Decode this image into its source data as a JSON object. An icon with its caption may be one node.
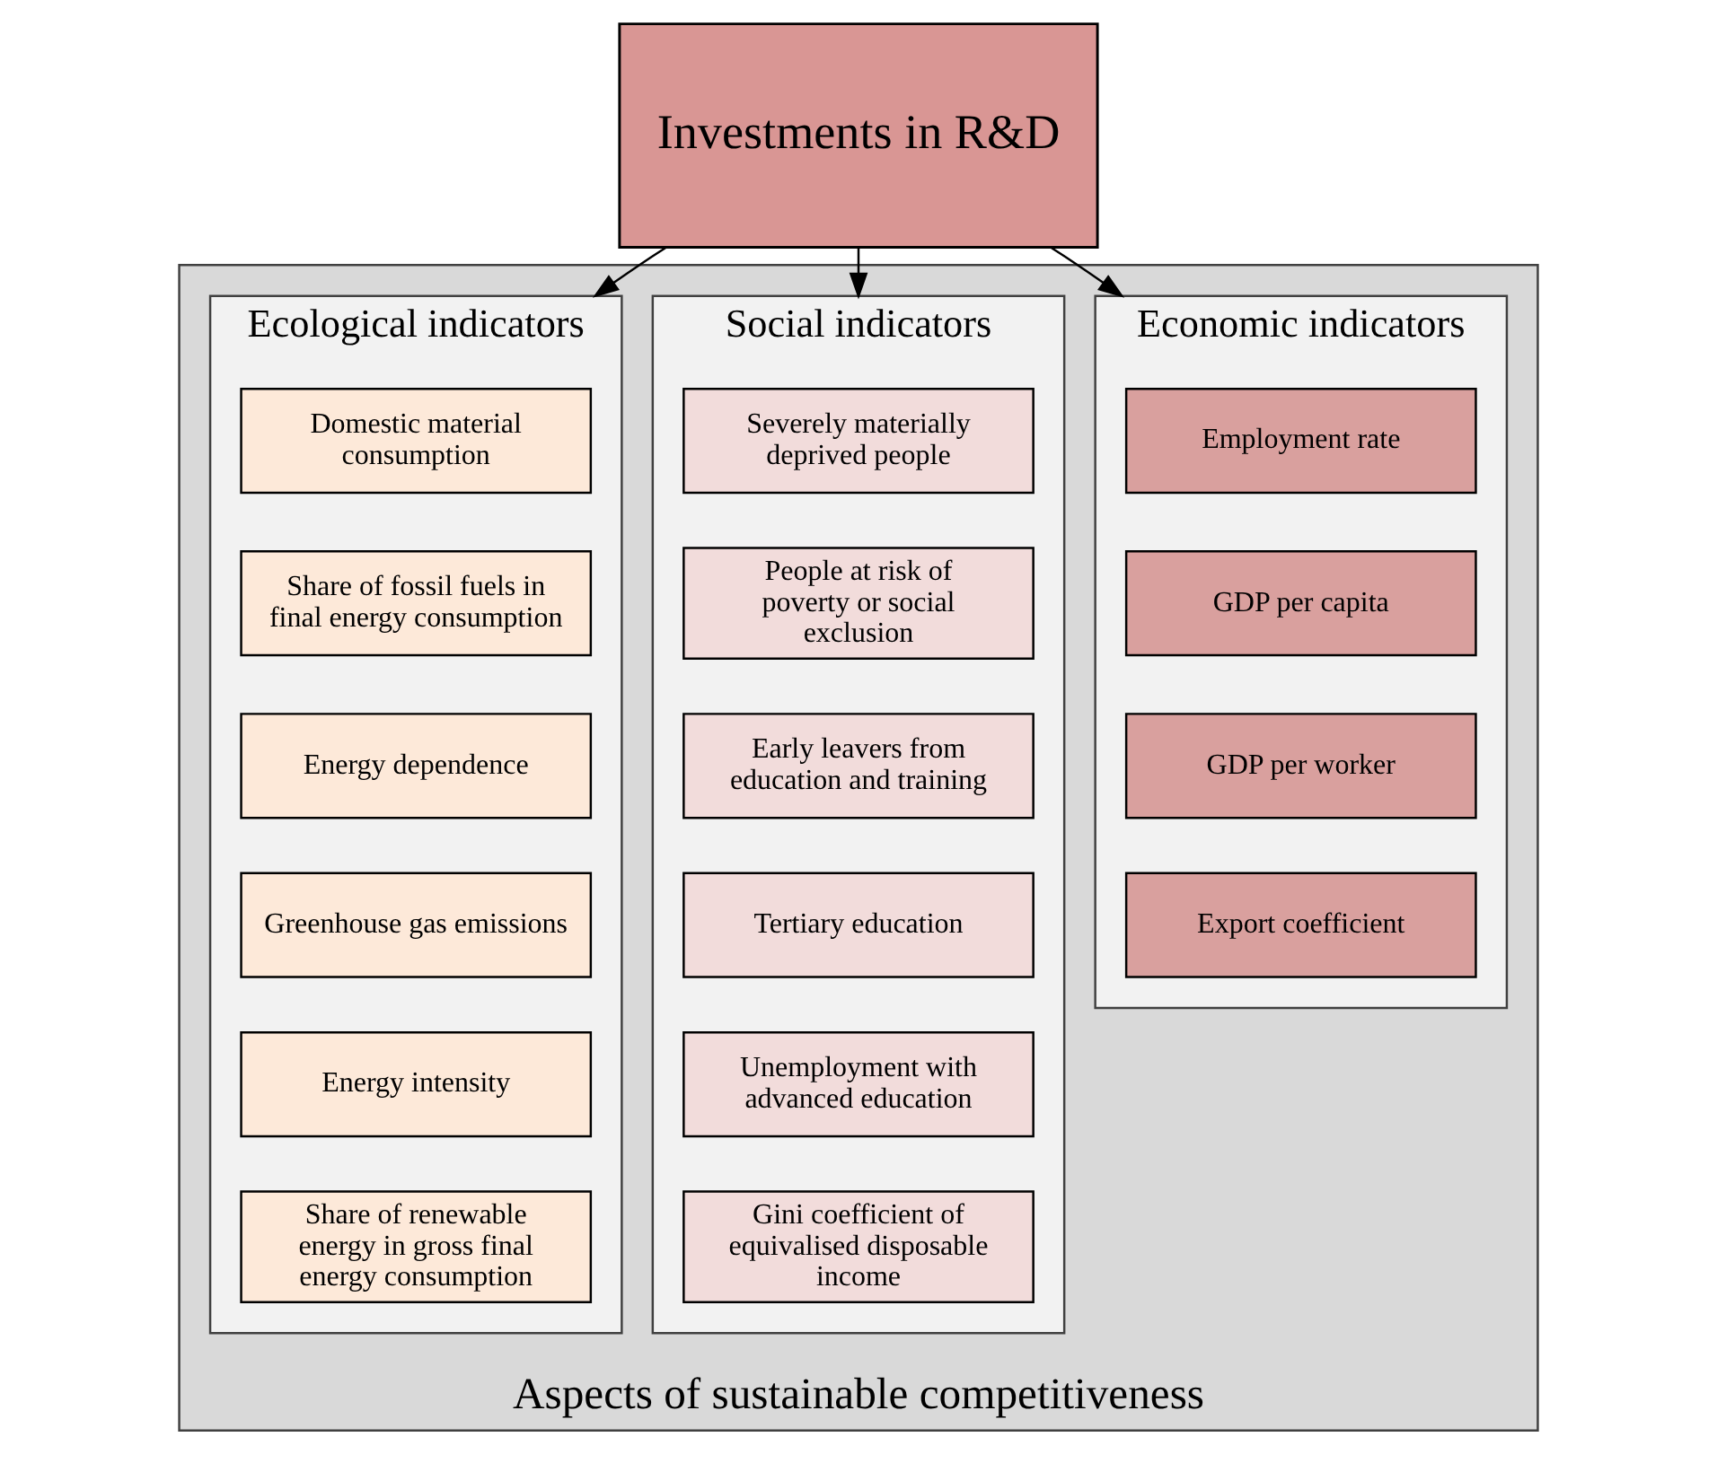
{
  "diagram": {
    "nodes": [
      {
        "text": [
          "Investments in R&D"
        ]
      },
      {
        "text": [
          "Aspects of sustainable competitiveness"
        ]
      },
      {
        "text": [
          "Economic indicators"
        ],
        "in": 1
      },
      {
        "text": [
          "Employment rate"
        ],
        "in": 2
      },
      {
        "text": [
          "GDP per capita"
        ],
        "in": 2
      },
      {
        "text": [
          "GDP per worker"
        ],
        "in": 2
      },
      {
        "text": [
          "Export coefficient"
        ],
        "in": 2
      },
      {
        "text": [
          "Social indicators"
        ],
        "in": 1
      },
      {
        "text": [
          "Severely materially deprived people"
        ],
        "in": 7
      },
      {
        "text": [
          "People at risk of poverty or social exclusion"
        ],
        "in": 7
      },
      {
        "text": [
          "Early leavers from education and training"
        ],
        "in": 7
      },
      {
        "text": [
          "Tertiary education"
        ],
        "in": 7
      },
      {
        "text": [
          "Unemployment with advanced education"
        ],
        "in": 7
      },
      {
        "text": [
          "Gini coefficient of equivalised disposable income"
        ],
        "in": 7
      },
      {
        "text": [
          "Ecological indicators"
        ],
        "in": 1
      },
      {
        "text": [
          "Domestic material consumption"
        ],
        "in": 14
      },
      {
        "text": [
          "Share of fossil fuels in final energy consumption"
        ],
        "in": 14
      },
      {
        "text": [
          "Energy dependence"
        ],
        "in": 14
      },
      {
        "text": [
          "Greenhouse gas emissions"
        ],
        "in": 14
      },
      {
        "text": [
          "Energy intensity"
        ],
        "in": 14
      },
      {
        "text": [
          "Share of renewable energy in gross final energy consumption"
        ],
        "in": 14
      }
    ],
    "edges": [
      {
        "from": 0,
        "to": 2,
        "arrow": "to"
      },
      {
        "from": 0,
        "to": 7,
        "arrow": "to"
      },
      {
        "from": 0,
        "to": 14,
        "arrow": "to"
      }
    ]
  }
}
